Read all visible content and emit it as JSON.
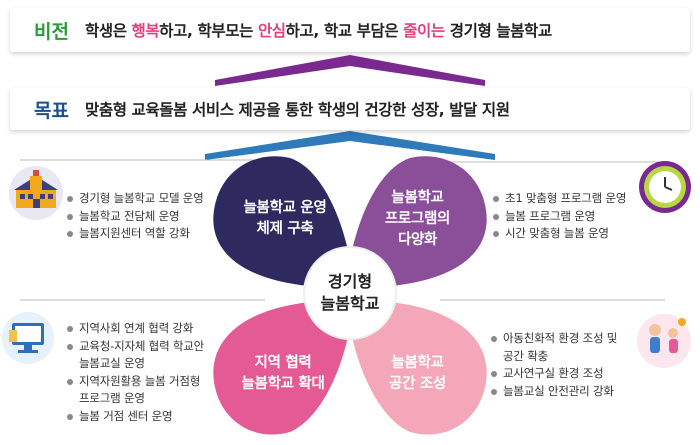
{
  "vision": {
    "label": "비전",
    "segments": [
      {
        "text": "학생은 ",
        "highlight": false
      },
      {
        "text": "행복",
        "highlight": true
      },
      {
        "text": "하고, 학부모는 ",
        "highlight": false
      },
      {
        "text": "안심",
        "highlight": true
      },
      {
        "text": "하고, 학교 부담은 ",
        "highlight": false
      },
      {
        "text": "줄이는",
        "highlight": true
      },
      {
        "text": " 경기형 늘봄학교",
        "highlight": false
      }
    ]
  },
  "goal": {
    "label": "목표",
    "text": "맞춤형 교육돌봄 서비스 제공을 통한 학생의 건강한 성장, 발달 지원"
  },
  "center": {
    "line1": "경기형",
    "line2": "늘봄학교"
  },
  "petals": {
    "top_left": {
      "line1": "늘봄학교 운영",
      "line2": "체제 구축",
      "color": "#2e2a5f"
    },
    "top_right": {
      "line1": "늘봄학교",
      "line2": "프로그램의",
      "line3": "다양화",
      "color": "#8b4f9a"
    },
    "bottom_left": {
      "line1": "지역 협력",
      "line2": "늘봄학교 확대",
      "color": "#e35a94"
    },
    "bottom_right": {
      "line1": "늘봄학교",
      "line2": "공간 조성",
      "color": "#f4a7b9"
    }
  },
  "lists": {
    "top_left": [
      "경기형 늘봄학교 모델 운영",
      "늘봄학교 전담체 운영",
      "늘봄지원센터 역할 강화"
    ],
    "top_right": [
      "초1 맞춤형 프로그램 운영",
      "늘봄 프로그램 운영",
      "시간 맞춤형 늘봄 운영"
    ],
    "bottom_left": [
      "지역사회 연계 협력 강화",
      "교육청-지자체 협력 학교안",
      "늘봄교실 운영",
      "지역자원활용 늘봄 거점형",
      "프로그램 운영",
      "늘봄 거점 센터 운영"
    ],
    "bottom_right": [
      "아동친화적 환경 조성 및",
      "공간 확충",
      "교사연구실 환경 조성",
      "늘봄교실 안전관리 강화"
    ]
  },
  "icons": [
    "school-icon",
    "clock-icon",
    "computer-icon",
    "children-icon"
  ],
  "colors": {
    "vision_label": "#2a9d3a",
    "goal_label": "#1d4f8f",
    "highlight": "#e0417a",
    "arrow_purple": "#7a2a8f",
    "arrow_blue": "#2f7ab8"
  }
}
